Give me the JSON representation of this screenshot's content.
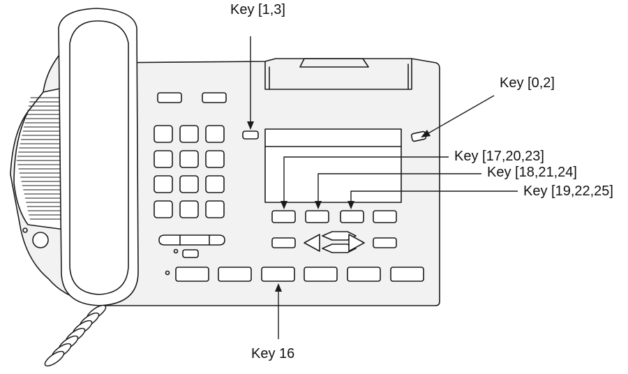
{
  "callouts": {
    "key_1_3": "Key [1,3]",
    "key_0_2": "Key [0,2]",
    "key_17_20_23": "Key [17,20,23]",
    "key_18_21_24": "Key [18,21,24]",
    "key_19_22_25": "Key [19,22,25]",
    "key_16": "Key 16"
  },
  "colors": {
    "stroke": "#1a1a1a",
    "body_fill": "#f2f2f2",
    "paper": "#ffffff"
  }
}
